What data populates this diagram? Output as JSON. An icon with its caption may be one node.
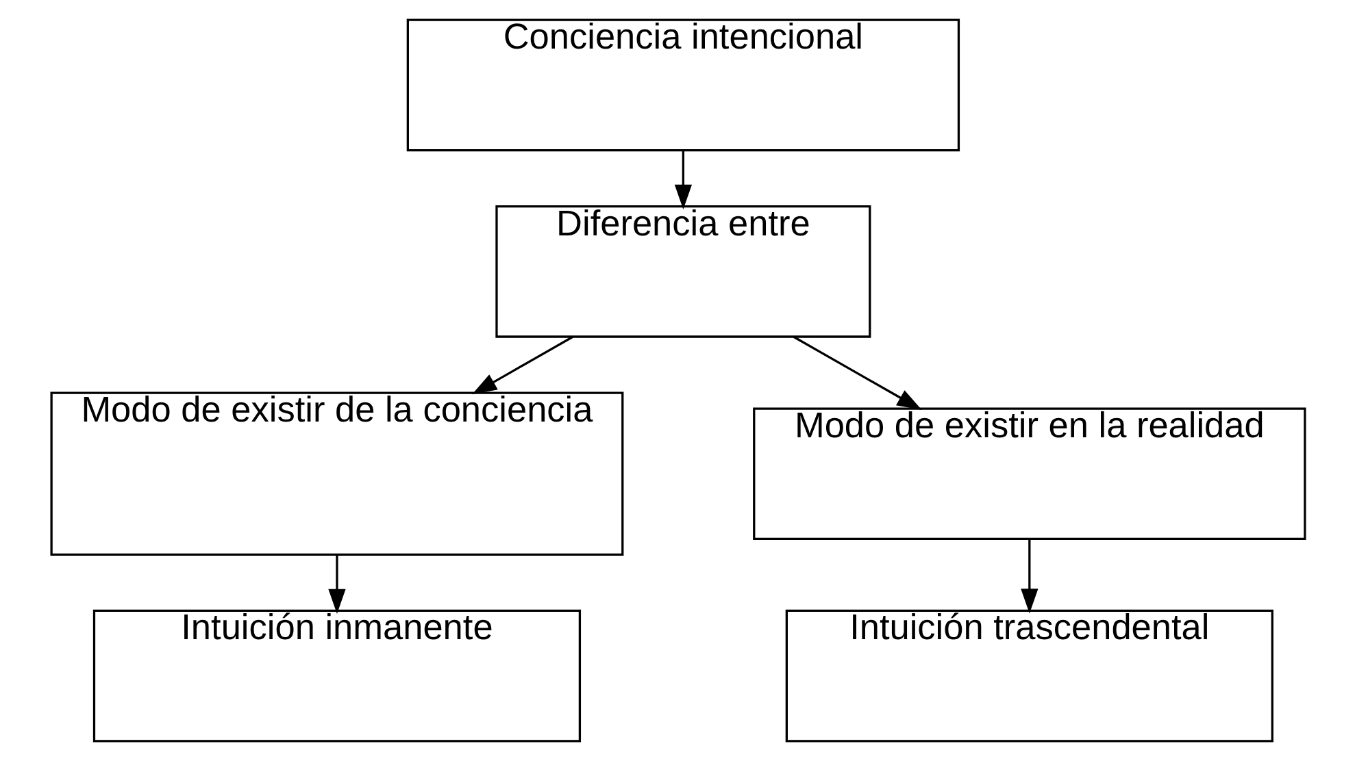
{
  "diagram": {
    "nodes": [
      {
        "text": [
          "Conciencia intencional"
        ]
      },
      {
        "text": [
          "Diferencia entre"
        ]
      },
      {
        "text": [
          "Modo de existir de la conciencia"
        ]
      },
      {
        "text": [
          "Modo de existir en la realidad"
        ]
      },
      {
        "text": [
          "Intuición inmanente"
        ]
      },
      {
        "text": [
          "Intuición trascendental"
        ]
      }
    ],
    "edges": [
      {
        "from": 0,
        "to": 1,
        "arrow": "to"
      },
      {
        "from": 1,
        "to": 2,
        "arrow": "to"
      },
      {
        "from": 1,
        "to": 3,
        "arrow": "to"
      },
      {
        "from": 2,
        "to": 4,
        "arrow": "to"
      },
      {
        "from": 3,
        "to": 5,
        "arrow": "to"
      }
    ]
  }
}
